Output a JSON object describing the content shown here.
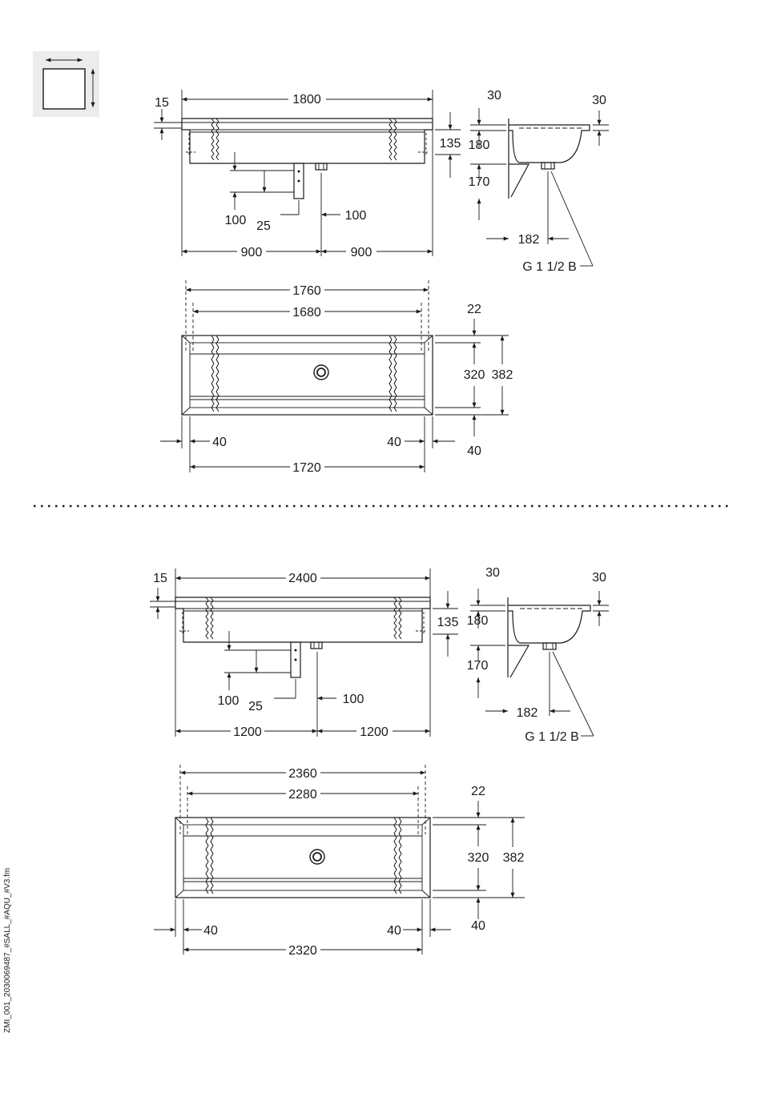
{
  "variant_1": {
    "front_view": {
      "depth_offset": "15",
      "total_width": "1800",
      "half_left": "900",
      "half_right": "900",
      "height": "135",
      "bracket_a": "100",
      "bracket_b": "25",
      "drain_offset": "100"
    },
    "side_view": {
      "rim_top": "30",
      "rim_right": "30",
      "height_a": "180",
      "height_b": "170",
      "depth": "182",
      "drain_thread": "G 1 1/2 B"
    },
    "top_view": {
      "outer_width": "1760",
      "inner_width": "1680",
      "bottom_width": "1720",
      "edge_left": "40",
      "edge_right_a": "40",
      "edge_right_b": "40",
      "rim": "22",
      "inner_depth": "320",
      "outer_depth": "382"
    }
  },
  "variant_2": {
    "front_view": {
      "depth_offset": "15",
      "total_width": "2400",
      "half_left": "1200",
      "half_right": "1200",
      "height": "135",
      "bracket_a": "100",
      "bracket_b": "25",
      "drain_offset": "100"
    },
    "side_view": {
      "rim_top": "30",
      "rim_right": "30",
      "height_a": "180",
      "height_b": "170",
      "depth": "182",
      "drain_thread": "G 1 1/2 B"
    },
    "top_view": {
      "outer_width": "2360",
      "inner_width": "2280",
      "bottom_width": "2320",
      "edge_left": "40",
      "edge_right_a": "40",
      "edge_right_b": "40",
      "rim": "22",
      "inner_depth": "320",
      "outer_depth": "382"
    }
  },
  "file_id": "ZMI_001_2030069487_#SALL_#AQU_#V3.fm",
  "icons": {
    "orientation": "dimension-orientation-icon"
  }
}
